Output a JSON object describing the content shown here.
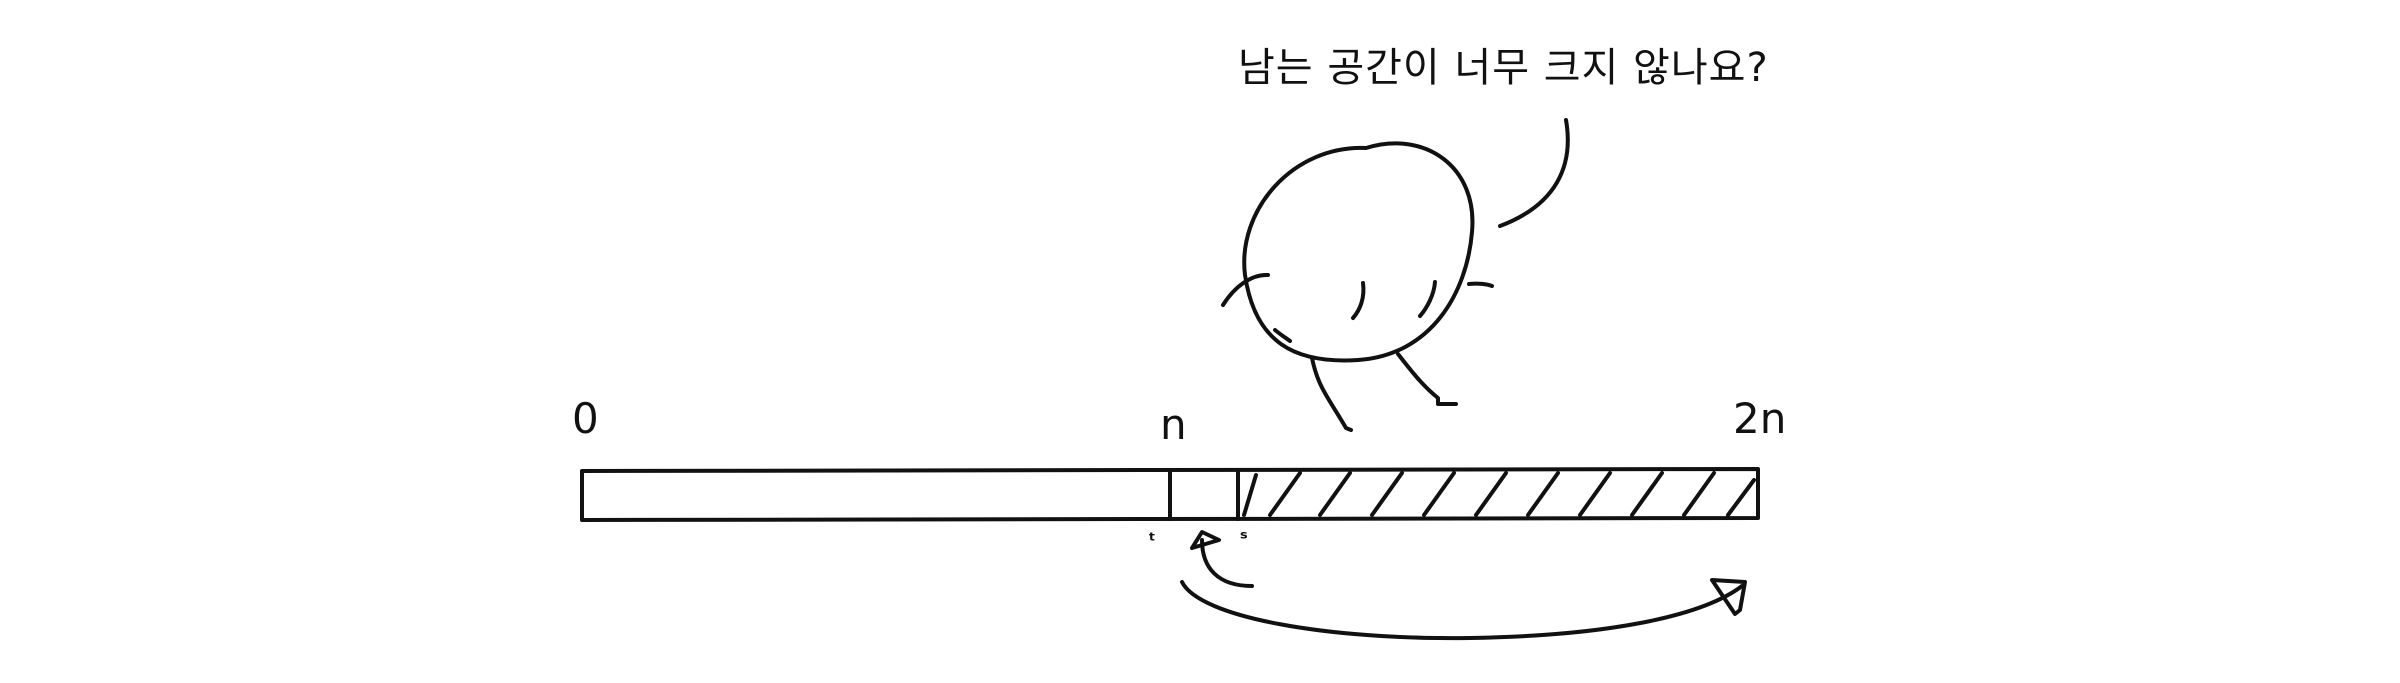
{
  "speech_bubble": {
    "text": "남는 공간이 너무 크지 않나요?"
  },
  "array_labels": {
    "start": "0",
    "middle": "n",
    "end": "2n"
  },
  "pointer_marks": {
    "left": "ᵗ",
    "right": "ˢ"
  },
  "colors": {
    "ink": "#111111",
    "background": "#ffffff"
  }
}
